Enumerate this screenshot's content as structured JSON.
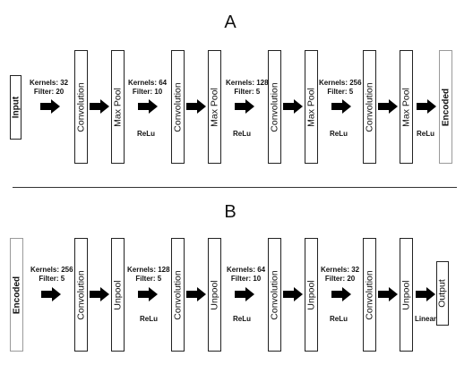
{
  "panel_a": {
    "title": "A",
    "blocks": [
      "Input",
      "Convolution",
      "Max Pool",
      "Convolution",
      "Max Pool",
      "Convolution",
      "Max Pool",
      "Convolution",
      "Max Pool",
      "Encoded"
    ],
    "arrow_notes": [
      {
        "kernels": "Kernels: 32",
        "filter": "Filter: 20"
      },
      {
        "kernels": "Kernels: 64",
        "filter": "Filter: 10"
      },
      {
        "kernels": "Kernels: 128",
        "filter": "Filter: 5"
      },
      {
        "kernels": "Kernels: 256",
        "filter": "Filter: 5"
      }
    ],
    "activations": [
      "ReLu",
      "ReLu",
      "ReLu",
      "ReLu"
    ]
  },
  "panel_b": {
    "title": "B",
    "blocks": [
      "Encoded",
      "Convolution",
      "Unpool",
      "Convolution",
      "Unpool",
      "Convolution",
      "Unpool",
      "Convolution",
      "Unpool",
      "Output"
    ],
    "arrow_notes": [
      {
        "kernels": "Kernels: 256",
        "filter": "Filter: 5"
      },
      {
        "kernels": "Kernels: 128",
        "filter": "Filter: 5"
      },
      {
        "kernels": "Kernels: 64",
        "filter": "Filter: 10"
      },
      {
        "kernels": "Kernels: 32",
        "filter": "Filter: 20"
      }
    ],
    "activations": [
      "ReLu",
      "ReLu",
      "ReLu",
      "Linear"
    ]
  }
}
